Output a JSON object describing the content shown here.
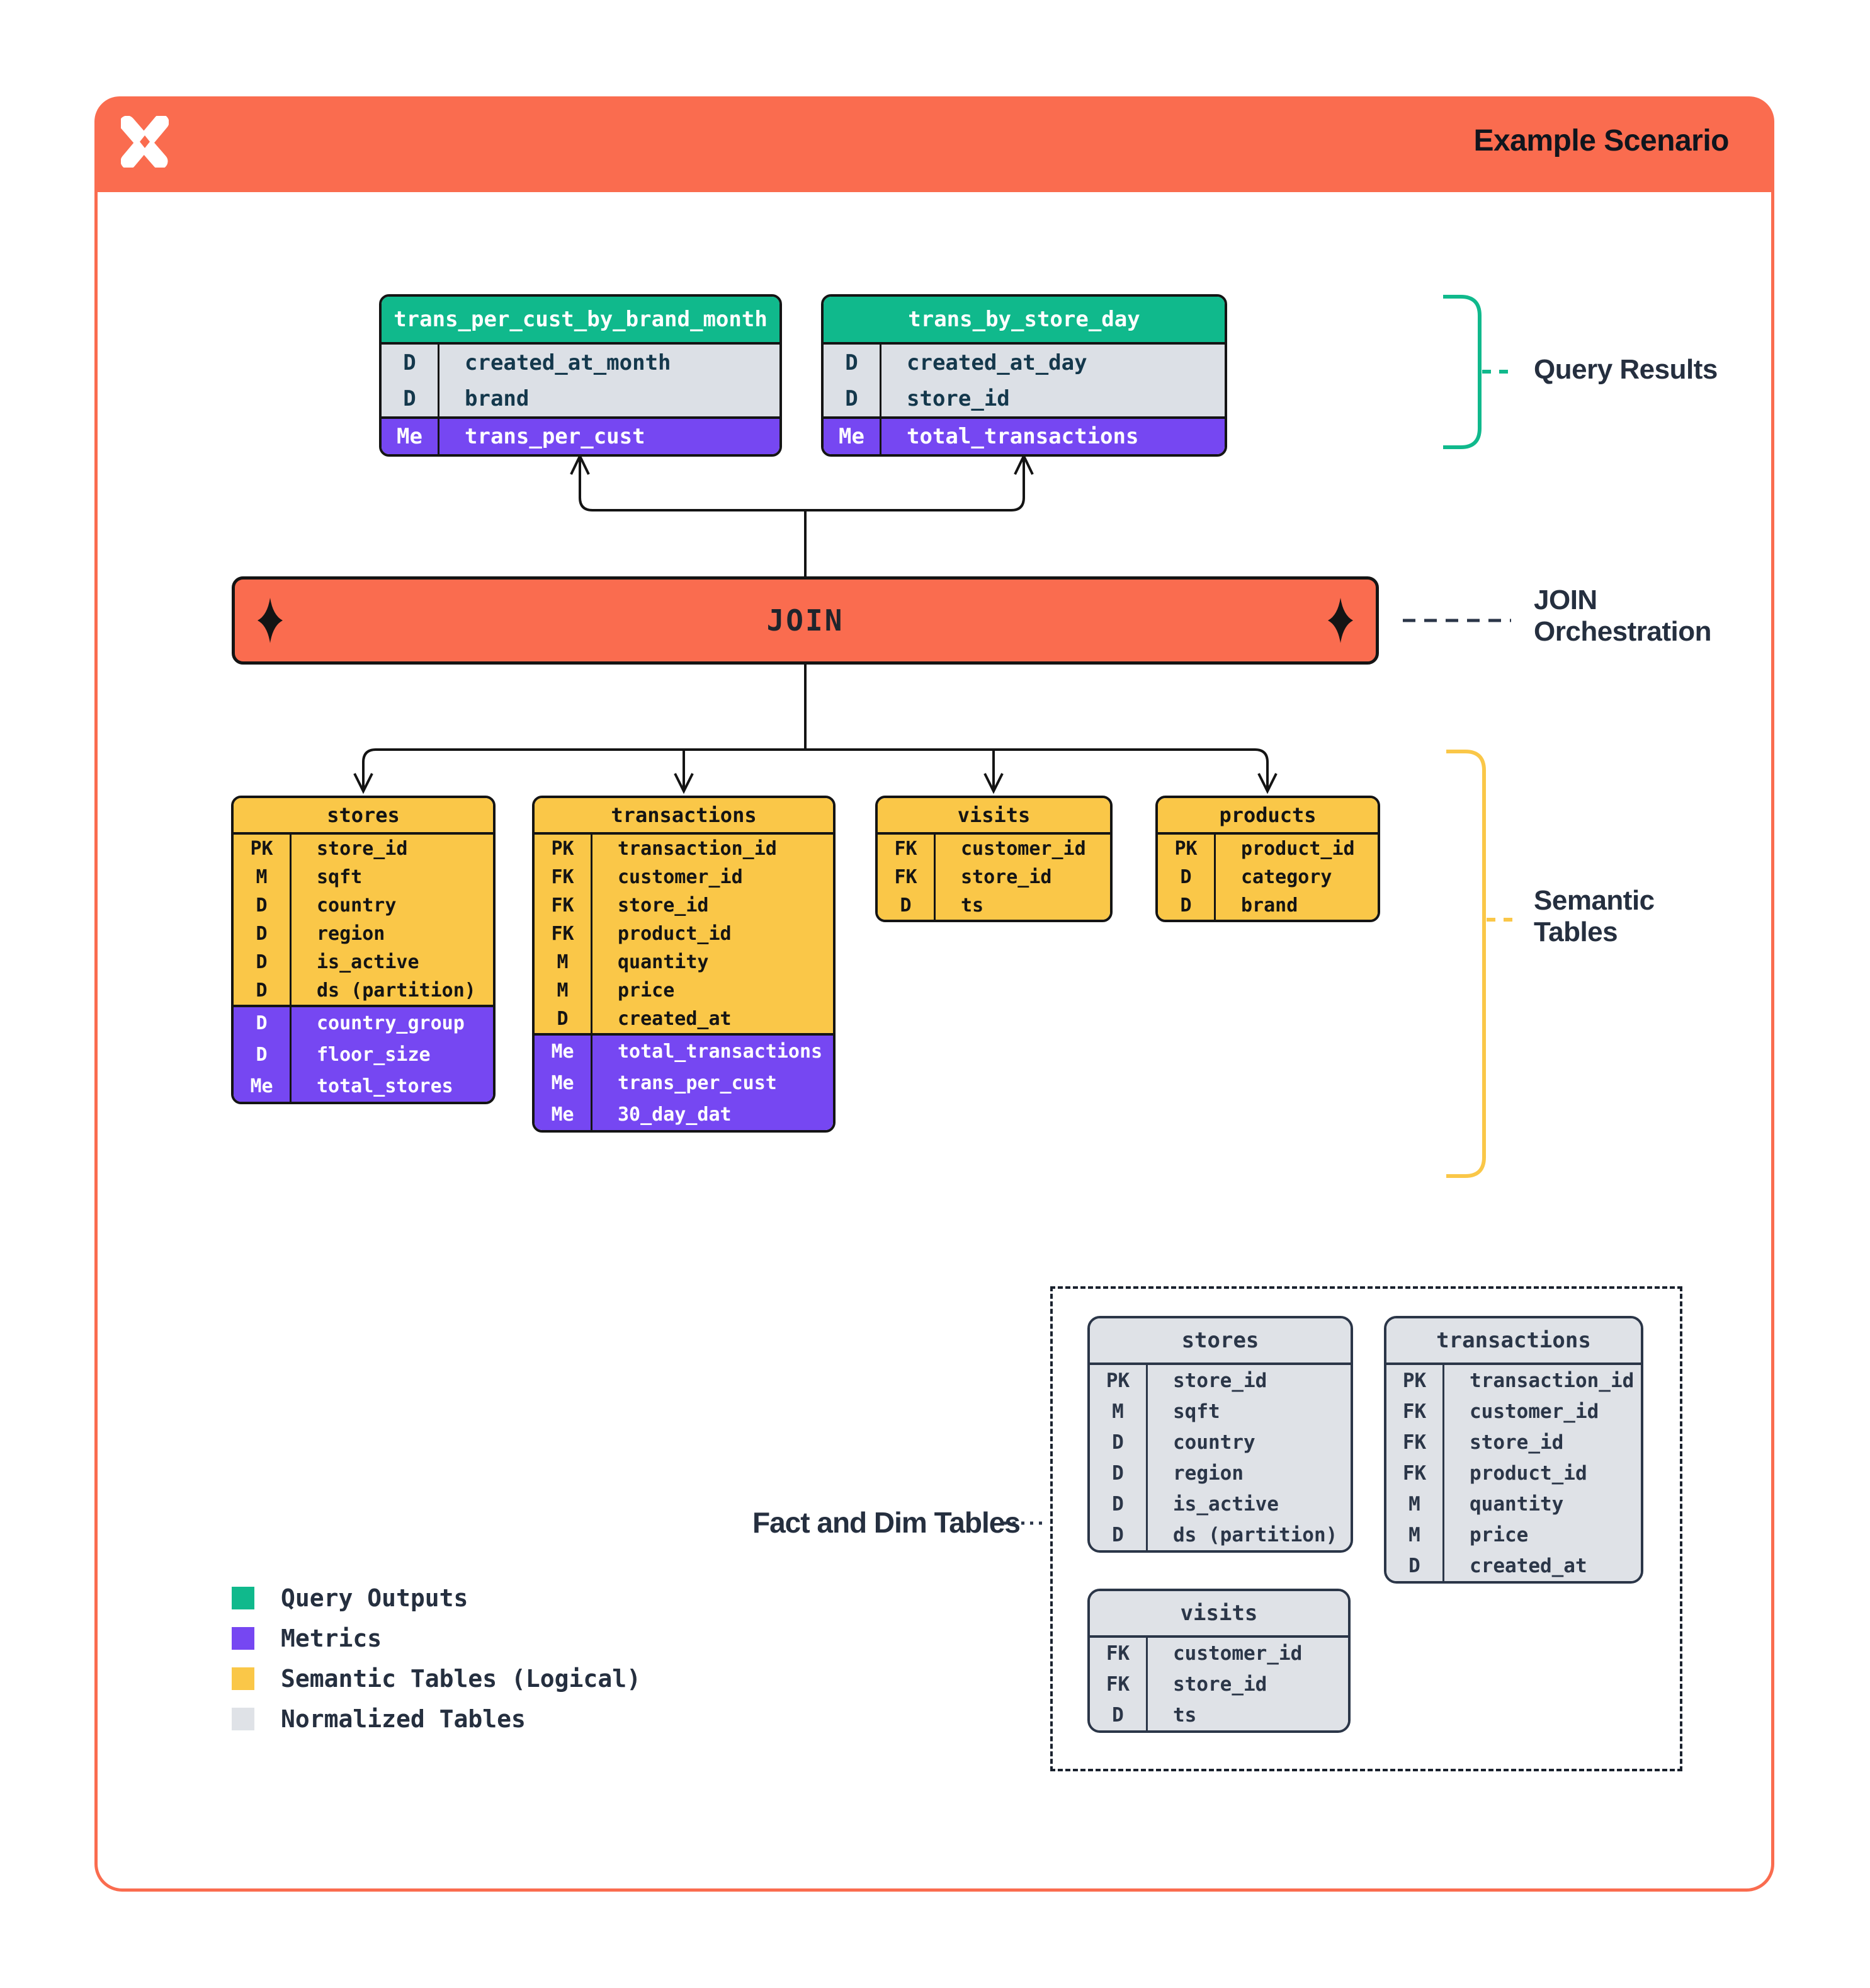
{
  "header": {
    "title": "Example Scenario"
  },
  "join_bar": {
    "label": "JOIN"
  },
  "annotations": {
    "query_results": "Query Results",
    "join_orchestration_line1": "JOIN",
    "join_orchestration_line2": "Orchestration",
    "semantic_tables_line1": "Semantic",
    "semantic_tables_line2": "Tables",
    "fact_and_dim": "Fact and Dim Tables"
  },
  "query_result_tables": [
    {
      "title": "trans_per_cust_by_brand_month",
      "dimension_rows": [
        {
          "key": "D",
          "field": "created_at_month"
        },
        {
          "key": "D",
          "field": "brand"
        }
      ],
      "metric_rows": [
        {
          "key": "Me",
          "field": "trans_per_cust"
        }
      ]
    },
    {
      "title": "trans_by_store_day",
      "dimension_rows": [
        {
          "key": "D",
          "field": "created_at_day"
        },
        {
          "key": "D",
          "field": "store_id"
        }
      ],
      "metric_rows": [
        {
          "key": "Me",
          "field": "total_transactions"
        }
      ]
    }
  ],
  "semantic_tables": [
    {
      "title": "stores",
      "physical_rows": [
        {
          "key": "PK",
          "field": "store_id"
        },
        {
          "key": "M",
          "field": "sqft"
        },
        {
          "key": "D",
          "field": "country"
        },
        {
          "key": "D",
          "field": "region"
        },
        {
          "key": "D",
          "field": "is_active"
        },
        {
          "key": "D",
          "field": "ds (partition)"
        }
      ],
      "derived_rows": [
        {
          "key": "D",
          "field": "country_group"
        },
        {
          "key": "D",
          "field": "floor_size"
        },
        {
          "key": "Me",
          "field": "total_stores"
        }
      ]
    },
    {
      "title": "transactions",
      "physical_rows": [
        {
          "key": "PK",
          "field": "transaction_id"
        },
        {
          "key": "FK",
          "field": "customer_id"
        },
        {
          "key": "FK",
          "field": "store_id"
        },
        {
          "key": "FK",
          "field": "product_id"
        },
        {
          "key": "M",
          "field": "quantity"
        },
        {
          "key": "M",
          "field": "price"
        },
        {
          "key": "D",
          "field": "created_at"
        }
      ],
      "derived_rows": [
        {
          "key": "Me",
          "field": "total_transactions"
        },
        {
          "key": "Me",
          "field": "trans_per_cust"
        },
        {
          "key": "Me",
          "field": "30_day_dat"
        }
      ]
    },
    {
      "title": "visits",
      "physical_rows": [
        {
          "key": "FK",
          "field": "customer_id"
        },
        {
          "key": "FK",
          "field": "store_id"
        },
        {
          "key": "D",
          "field": "ts"
        }
      ],
      "derived_rows": []
    },
    {
      "title": "products",
      "physical_rows": [
        {
          "key": "PK",
          "field": "product_id"
        },
        {
          "key": "D",
          "field": "category"
        },
        {
          "key": "D",
          "field": "brand"
        }
      ],
      "derived_rows": []
    }
  ],
  "normalized_tables": [
    {
      "title": "stores",
      "rows": [
        {
          "key": "PK",
          "field": "store_id"
        },
        {
          "key": "M",
          "field": "sqft"
        },
        {
          "key": "D",
          "field": "country"
        },
        {
          "key": "D",
          "field": "region"
        },
        {
          "key": "D",
          "field": "is_active"
        },
        {
          "key": "D",
          "field": "ds (partition)"
        }
      ]
    },
    {
      "title": "transactions",
      "rows": [
        {
          "key": "PK",
          "field": "transaction_id"
        },
        {
          "key": "FK",
          "field": "customer_id"
        },
        {
          "key": "FK",
          "field": "store_id"
        },
        {
          "key": "FK",
          "field": "product_id"
        },
        {
          "key": "M",
          "field": "quantity"
        },
        {
          "key": "M",
          "field": "price"
        },
        {
          "key": "D",
          "field": "created_at"
        }
      ]
    },
    {
      "title": "visits",
      "rows": [
        {
          "key": "FK",
          "field": "customer_id"
        },
        {
          "key": "FK",
          "field": "store_id"
        },
        {
          "key": "D",
          "field": "ts"
        }
      ]
    }
  ],
  "legend": [
    {
      "label": "Query Outputs",
      "color": "#10B98C"
    },
    {
      "label": "Metrics",
      "color": "#7647F2"
    },
    {
      "label": "Semantic Tables (Logical)",
      "color": "#FAC748"
    },
    {
      "label": "Normalized Tables",
      "color": "#DFE2E7"
    }
  ],
  "colors": {
    "accent_orange": "#FA6C4F",
    "query_output_green": "#10B98C",
    "metric_purple": "#7647F2",
    "semantic_yellow": "#FAC748",
    "normalized_gray": "#DFE2E7",
    "ink_navy": "#2B3648"
  }
}
